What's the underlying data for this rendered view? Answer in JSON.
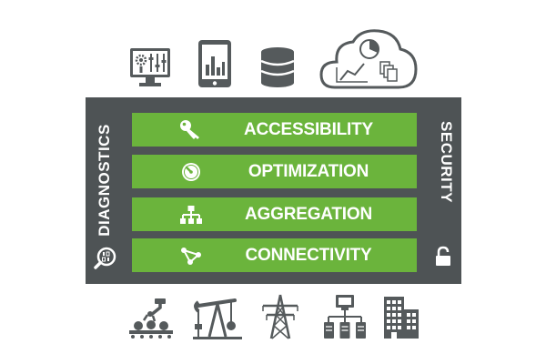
{
  "colors": {
    "frame": "#4e5355",
    "layer_green": "#6bb43c",
    "icon_gray": "#555a5c",
    "background": "#ffffff"
  },
  "layers": [
    {
      "label": "ACCESSIBILITY",
      "icon": "key-icon"
    },
    {
      "label": "OPTIMIZATION",
      "icon": "gauge-icon"
    },
    {
      "label": "AGGREGATION",
      "icon": "hierarchy-icon"
    },
    {
      "label": "CONNECTIVITY",
      "icon": "network-nodes-icon"
    }
  ],
  "side_left": {
    "label": "DIAGNOSTICS",
    "icon": "magnifier-binary-icon"
  },
  "side_right": {
    "label": "SECURITY",
    "icon": "padlock-icon"
  },
  "top_icons": [
    "monitor-controls-icon",
    "tablet-chart-icon",
    "database-icon",
    "cloud-analytics-icon"
  ],
  "bottom_icons": [
    "robot-arm-conveyor-icon",
    "oil-pumpjack-icon",
    "power-tower-icon",
    "server-network-icon",
    "office-buildings-icon"
  ]
}
